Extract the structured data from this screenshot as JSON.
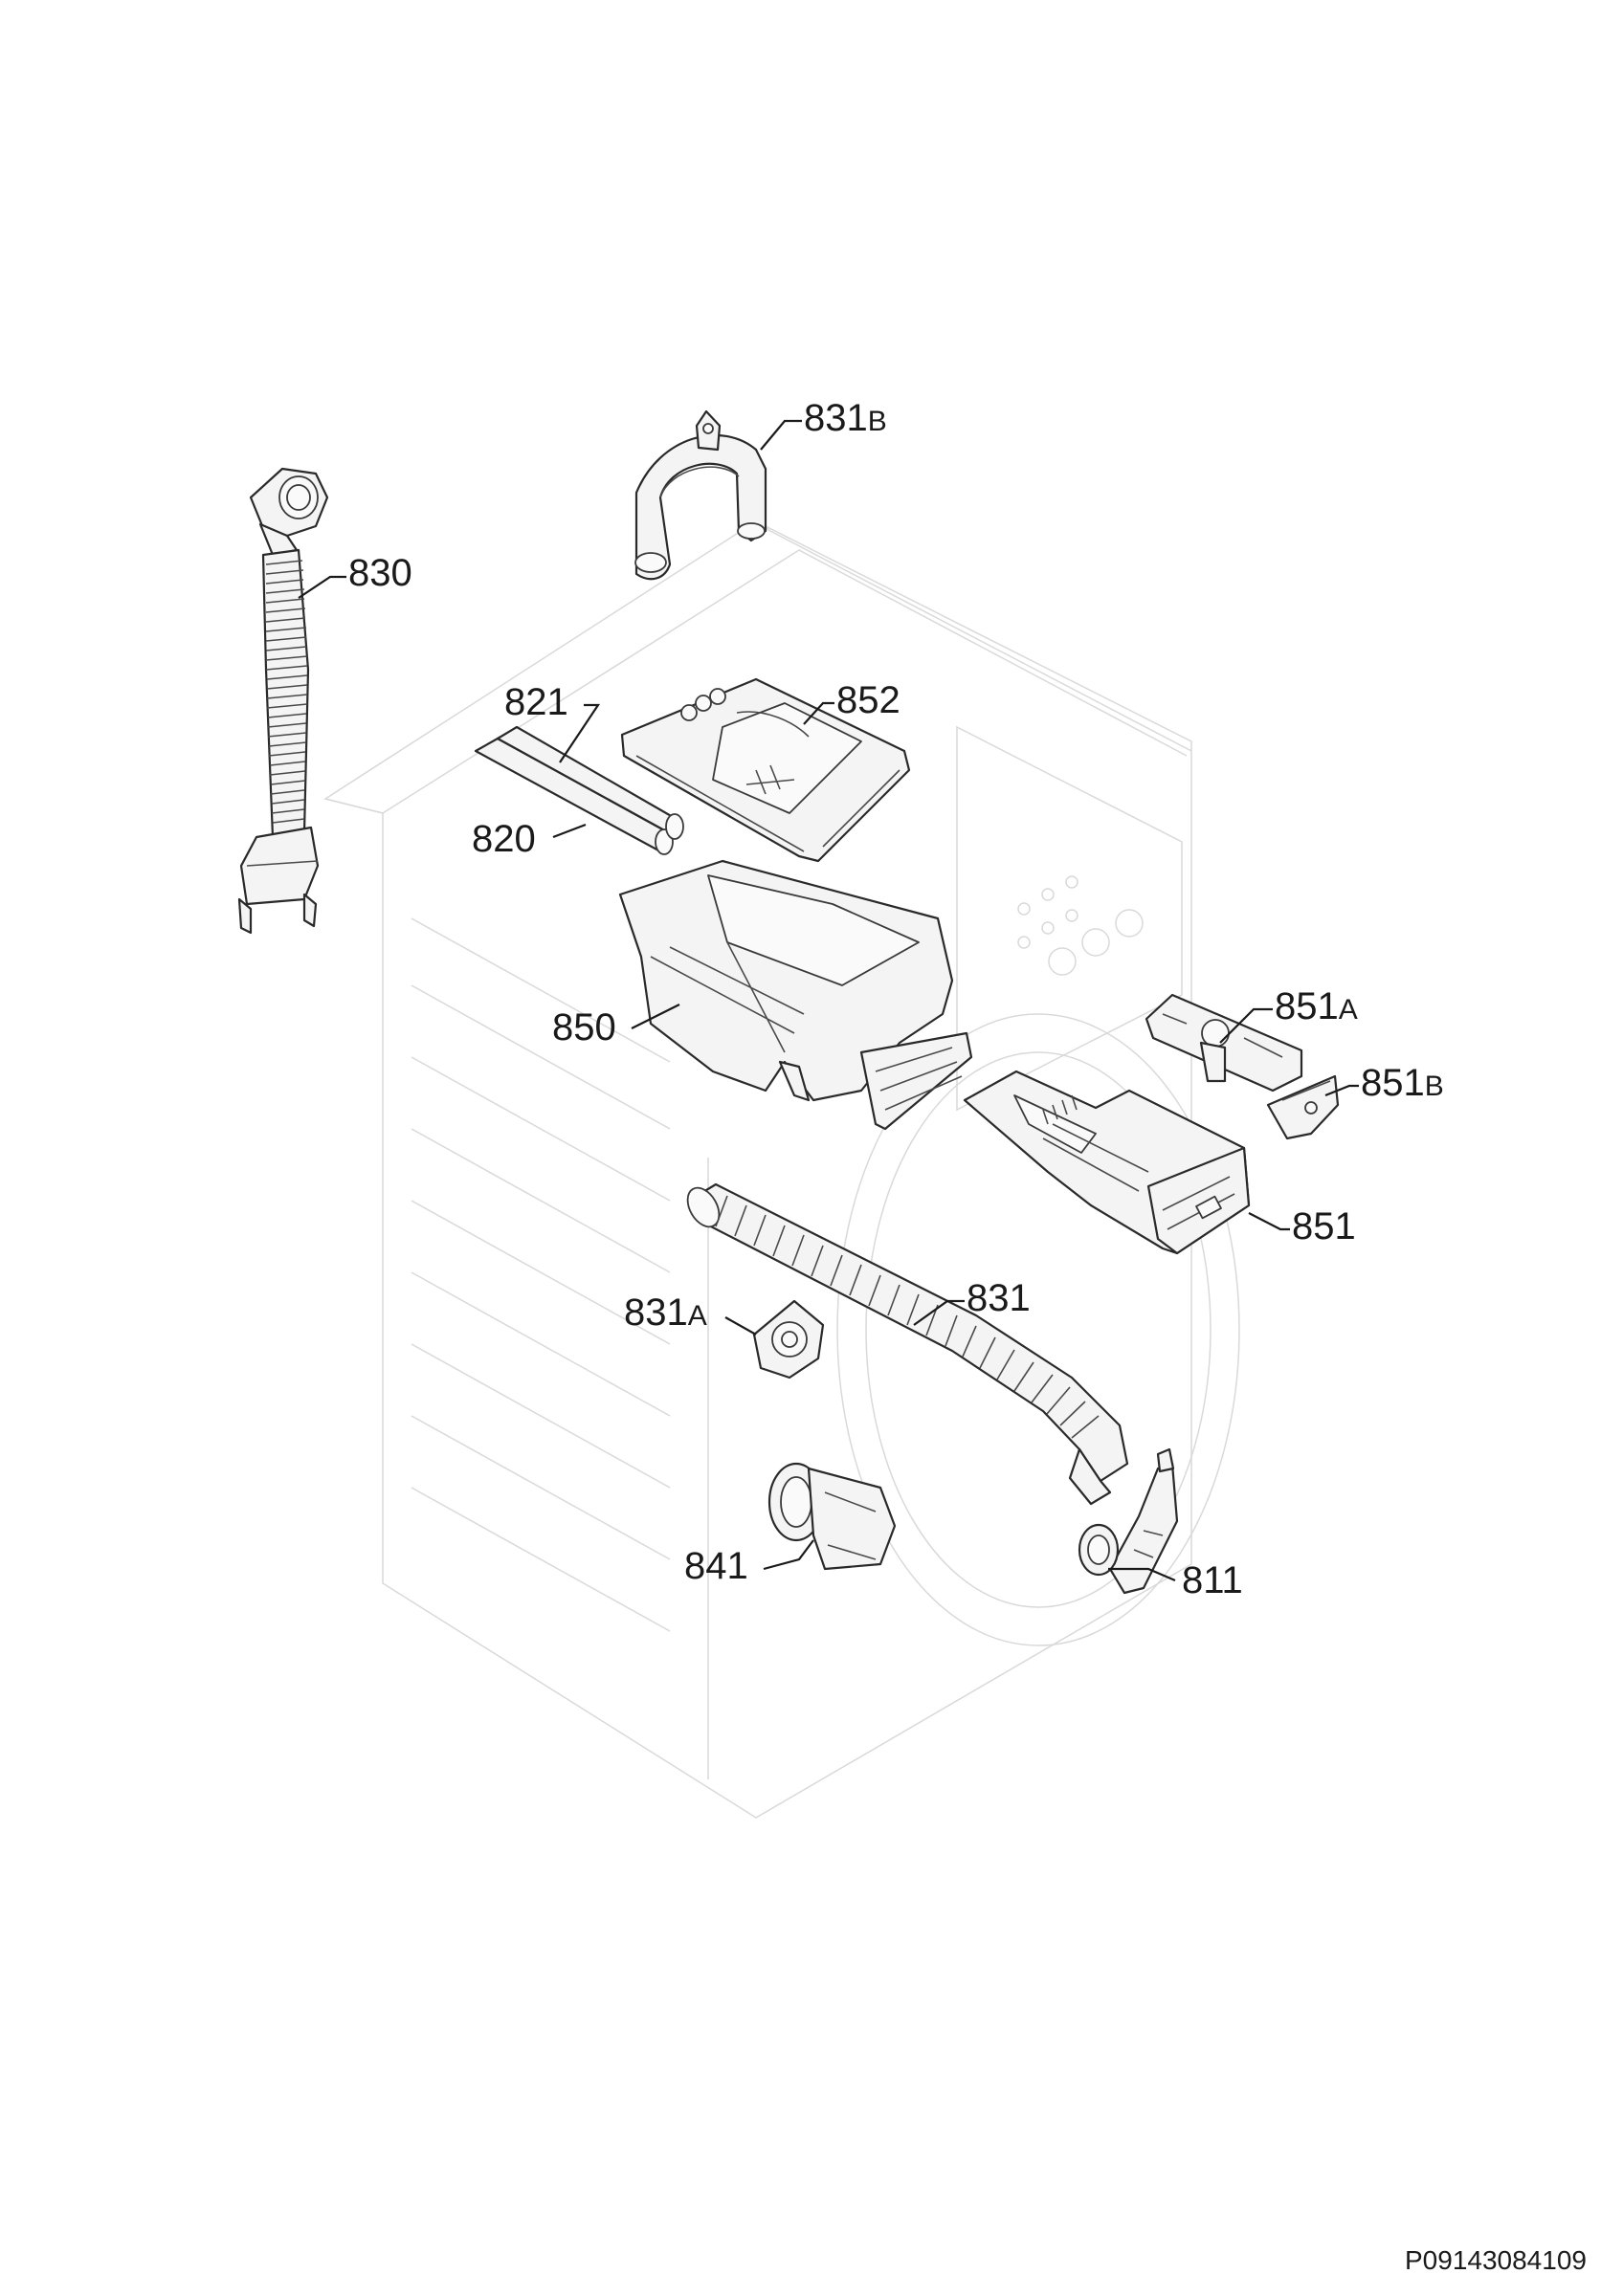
{
  "callouts": [
    {
      "id": "830",
      "label": "830"
    },
    {
      "id": "831B",
      "main": "831",
      "suffix": "B"
    },
    {
      "id": "821",
      "label": "821"
    },
    {
      "id": "852",
      "label": "852"
    },
    {
      "id": "820",
      "label": "820"
    },
    {
      "id": "850",
      "label": "850"
    },
    {
      "id": "851A",
      "main": "851",
      "suffix": "A"
    },
    {
      "id": "851B",
      "main": "851",
      "suffix": "B"
    },
    {
      "id": "851",
      "label": "851"
    },
    {
      "id": "831A",
      "main": "831",
      "suffix": "A"
    },
    {
      "id": "831",
      "label": "831"
    },
    {
      "id": "841",
      "label": "841"
    },
    {
      "id": "811",
      "label": "811"
    }
  ],
  "drawing_code": "P09143084109"
}
